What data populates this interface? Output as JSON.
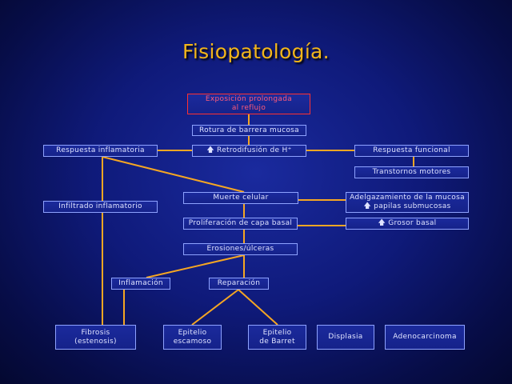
{
  "title": "Fisiopatología.",
  "nodes": {
    "exposicion": "Exposición prolongada\nal reflujo",
    "rotura": "Rotura de barrera mucosa",
    "respuesta_inflamatoria": "Respuesta inflamatoria",
    "retrodifusion": "🡅 Retrodifusión de H⁺",
    "respuesta_funcional": "Respuesta funcional",
    "transtornos": "Transtornos motores",
    "muerte": "Muerte celular",
    "adelgazamiento": "Adelgazamiento de la mucosa\n🡅 papilas submucosas",
    "infiltrado": "Infiltrado inflamatorio",
    "proliferacion": "Proliferación de capa basal",
    "grosor": "🡅 Grosor basal",
    "erosiones": "Erosiones/úlceras",
    "inflamacion": "Inflamación",
    "reparacion": "Reparación",
    "fibrosis": "Fibrosis\n(estenosis)",
    "epitelio_escamoso": "Epitelio\nescamoso",
    "epitelio_barret": "Epitelio\nde Barret",
    "displasia": "Displasia",
    "adenocarcinoma": "Adenocarcinoma"
  },
  "colors": {
    "connector": "#f5a623",
    "title": "#f2b51a",
    "node_border": "#8ea2ff",
    "highlight_border": "#ff3030"
  }
}
